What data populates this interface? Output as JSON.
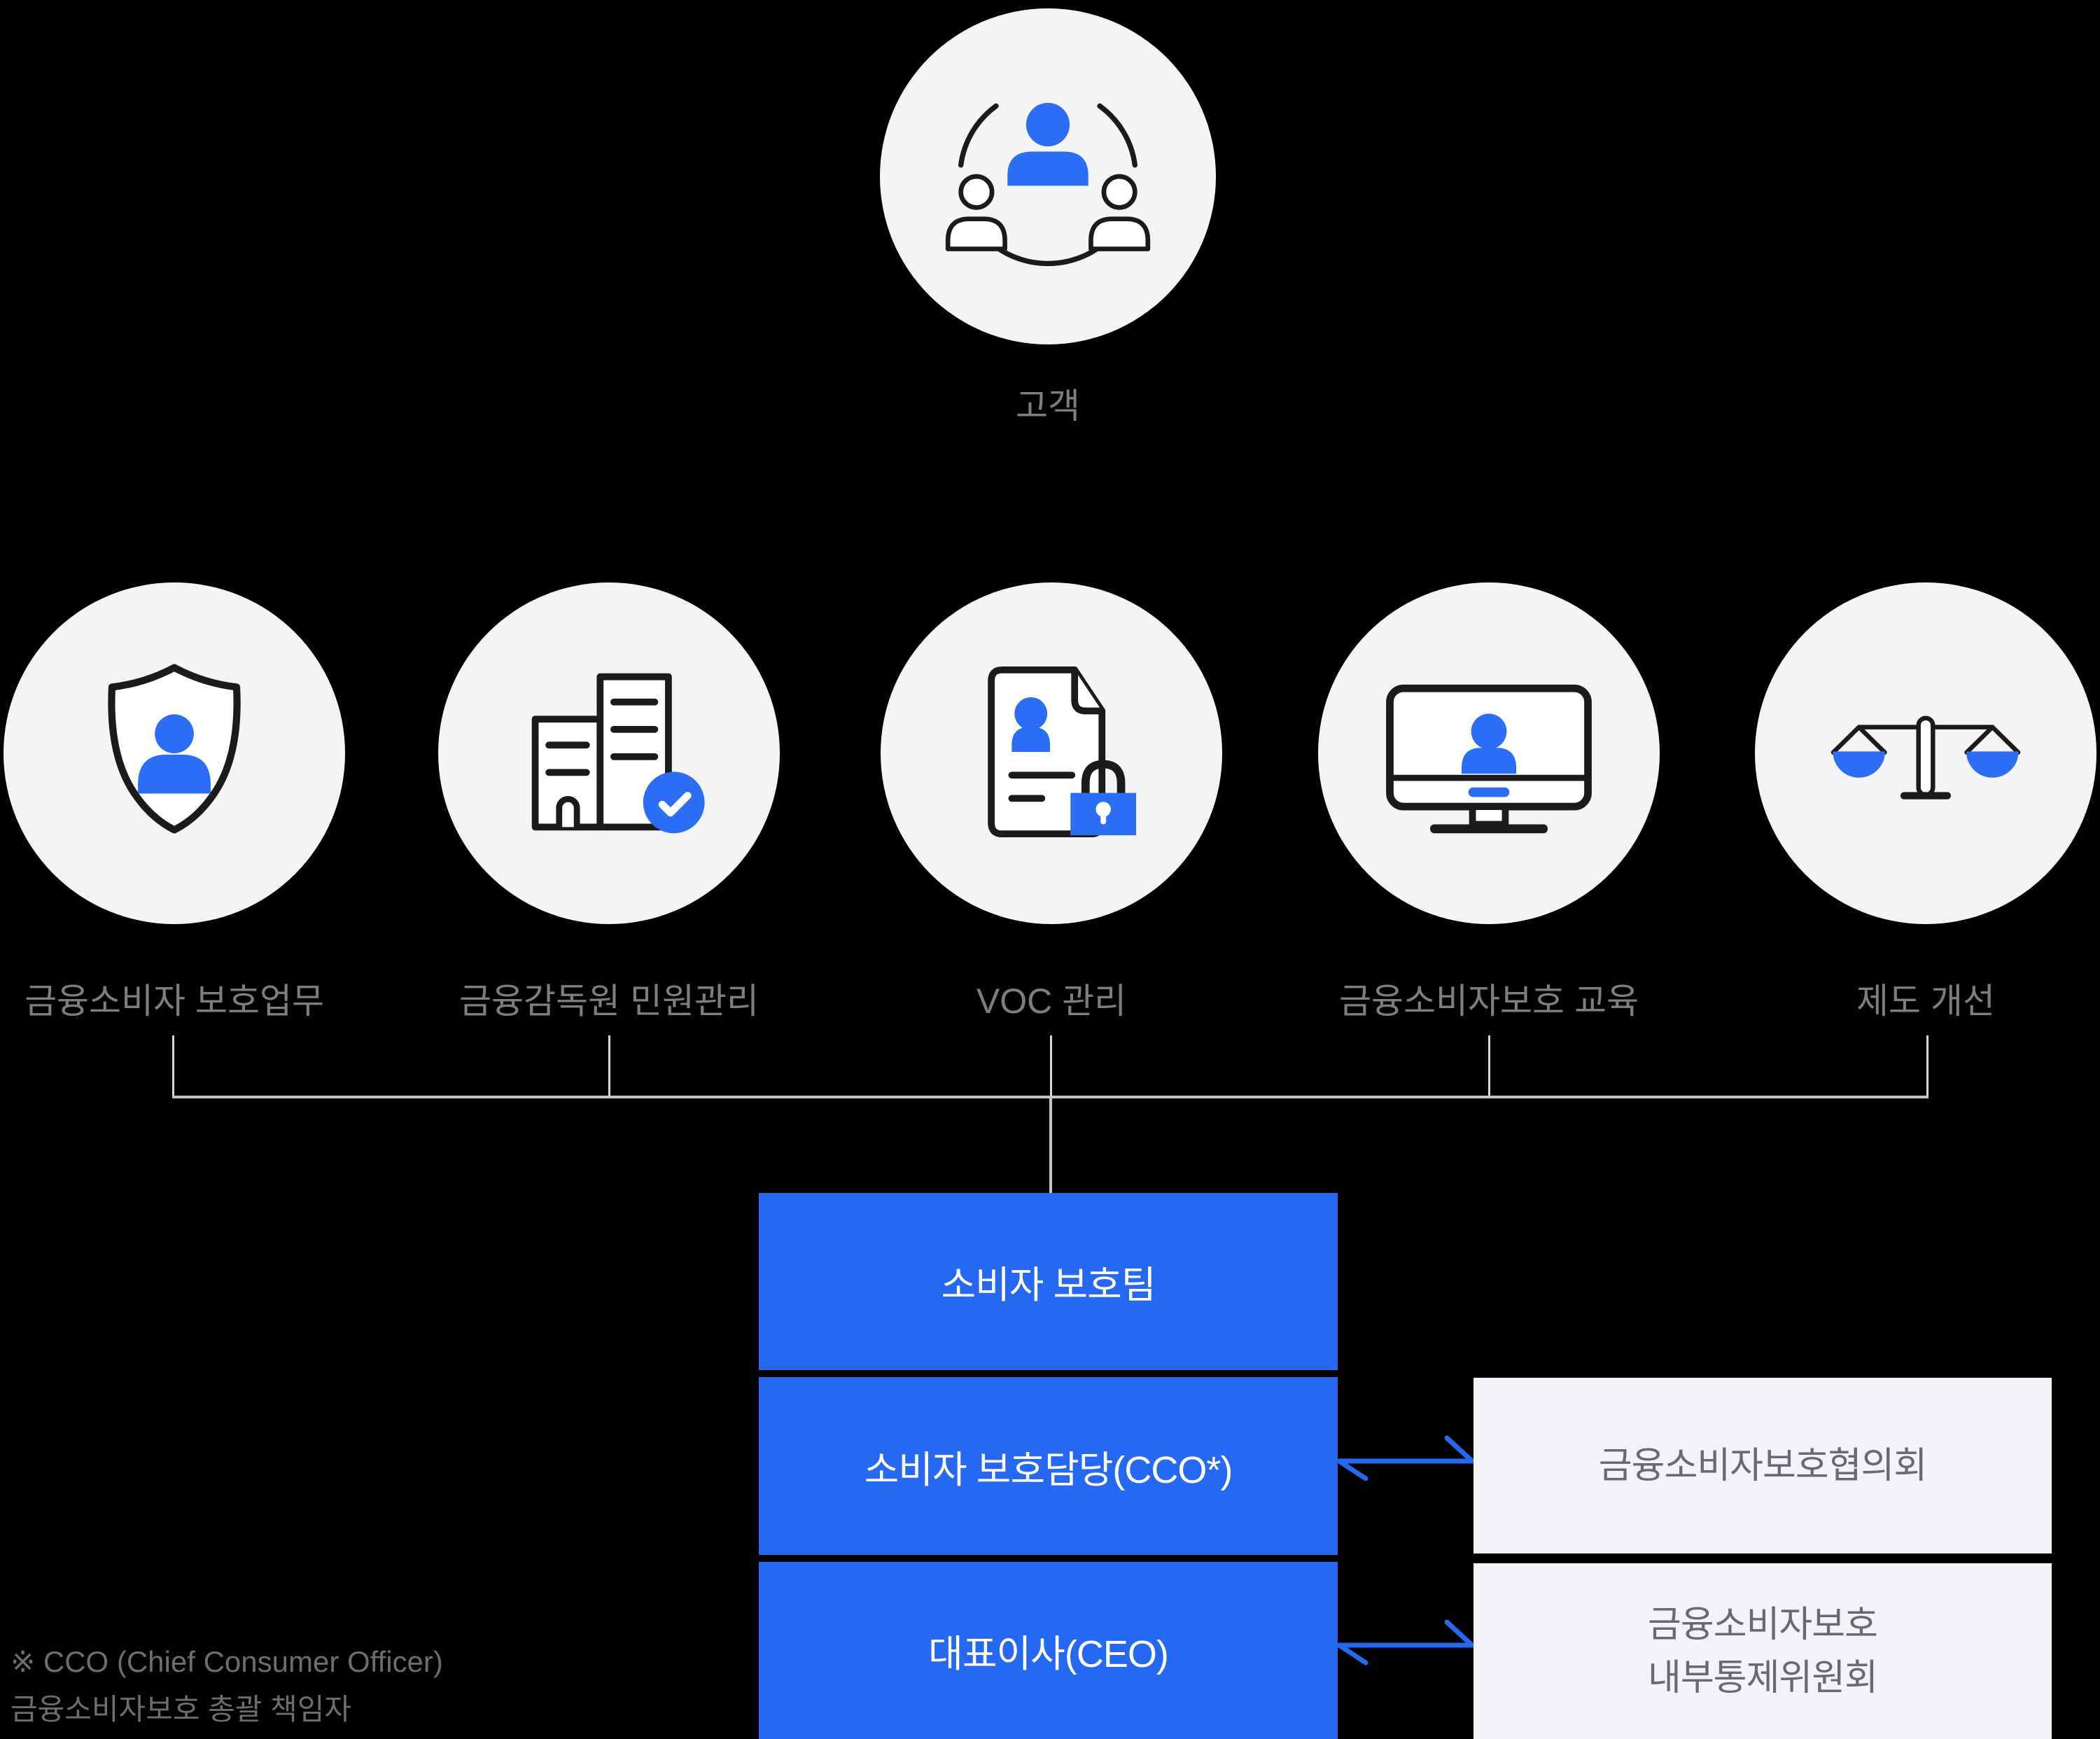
{
  "palette": {
    "background": "#000000",
    "accent_blue": "#2569F2",
    "icon_blue": "#2B6DF4",
    "node_circle_bg": "#F4F4F6",
    "panel_bg": "#F2F2F7",
    "connector_gray": "#C6C6CA",
    "circle_label_gray": "#7E7E82",
    "panel_text_gray": "#696975",
    "footnote_gray": "#6D6D71",
    "icon_stroke": "#1B1B1B",
    "blue_box_text": "#FFFFFF"
  },
  "customer": {
    "label": "고객",
    "icon": "customers-smile-icon"
  },
  "functions": [
    {
      "label": "금융소비자 보호업무",
      "icon": "shield-user-icon"
    },
    {
      "label": "금융감독원 민원관리",
      "icon": "buildings-check-icon"
    },
    {
      "label": "VOC 관리",
      "icon": "document-lock-icon"
    },
    {
      "label": "금융소비자보호 교육",
      "icon": "monitor-user-icon"
    },
    {
      "label": "제도 개선",
      "icon": "scales-icon"
    }
  ],
  "org_chain": [
    {
      "label": "소비자 보호팀"
    },
    {
      "label": "소비자 보호담당(CCO*)"
    },
    {
      "label": "대표이사(CEO)"
    }
  ],
  "committees": [
    {
      "lines": [
        "금융소비자보호협의회"
      ]
    },
    {
      "lines": [
        "금융소비자보호",
        "내부통제위원회"
      ]
    }
  ],
  "footnote": {
    "line1": "※ CCO (Chief Consumer Officer)",
    "line2": "금융소비자보호 총괄 책임자"
  }
}
